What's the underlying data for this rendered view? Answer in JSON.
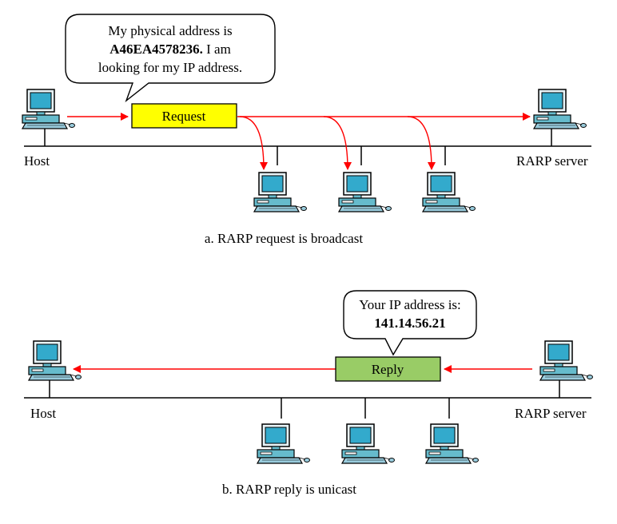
{
  "panel_a": {
    "bubble_line1": "My physical address is",
    "bubble_addr": "A46EA4578236.",
    "bubble_line2_rest": " I am",
    "bubble_line3": "looking for my IP address.",
    "packet_label": "Request",
    "host_label": "Host",
    "server_label": "RARP server",
    "caption": "a. RARP request is broadcast",
    "packet_color": "#ffff00"
  },
  "panel_b": {
    "bubble_line1": "Your IP address is:",
    "bubble_ip": "141.14.56.21",
    "packet_label": "Reply",
    "host_label": "Host",
    "server_label": "RARP server",
    "caption": "b. RARP reply is unicast",
    "packet_color": "#99cc66"
  },
  "colors": {
    "arrow": "#ff0000",
    "monitor_screen": "#33aacc",
    "computer_body": "#66bbcc"
  }
}
